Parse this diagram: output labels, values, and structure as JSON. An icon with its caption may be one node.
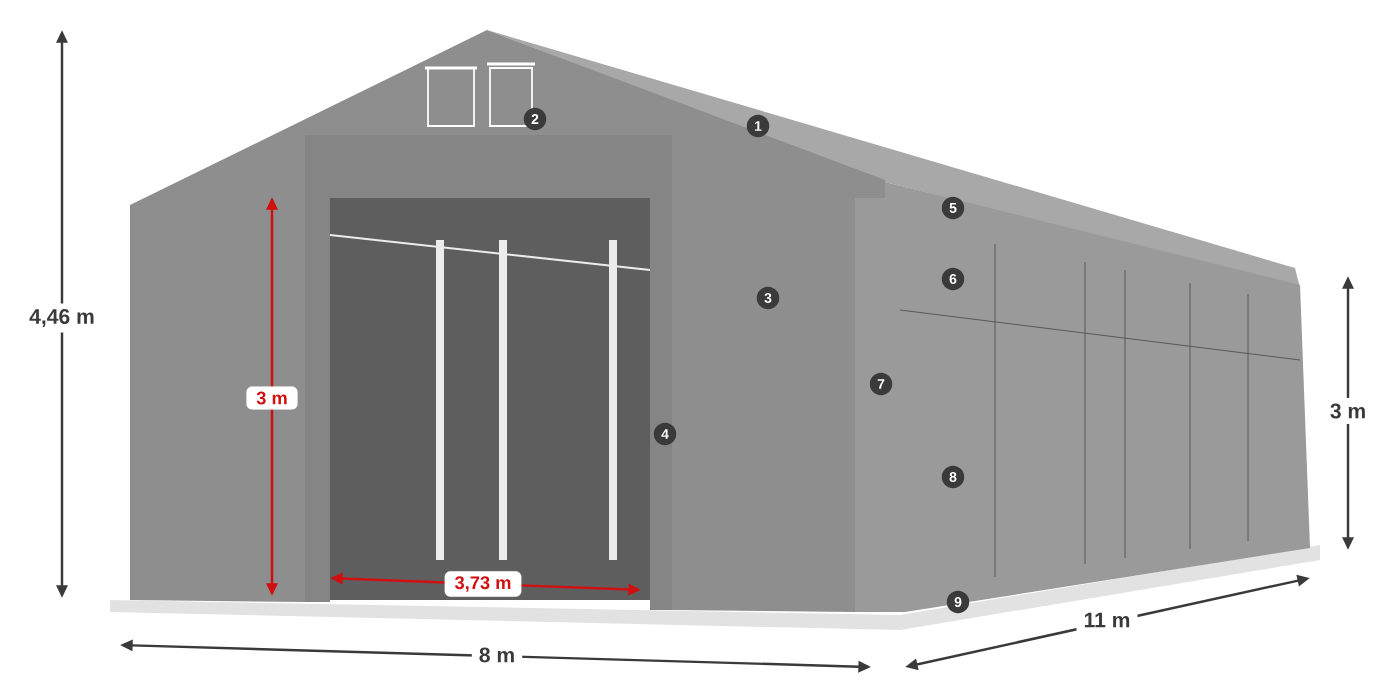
{
  "diagram": {
    "labels": [
      "4,46 m",
      "2",
      "1",
      "5",
      "3",
      "6",
      "3 m",
      "7",
      "3 m",
      "4",
      "8",
      "3,73 m",
      "9",
      "11 m",
      "8 m"
    ]
  }
}
